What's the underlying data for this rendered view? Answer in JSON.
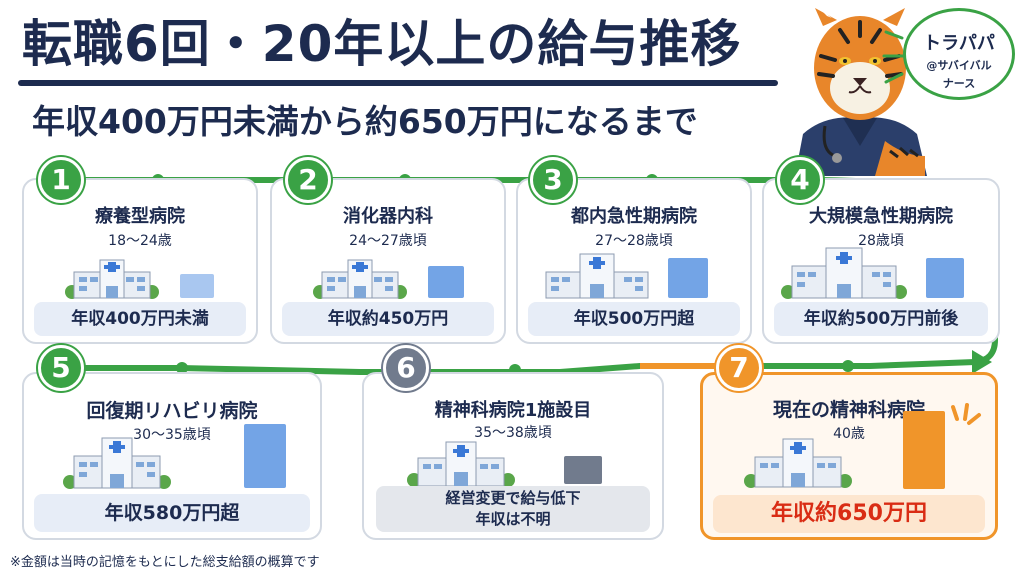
{
  "title": "転職6回・20年以上の給与推移",
  "subtitle": "年収400万円未満から約650万円になるまで",
  "profile": {
    "name": "トラパパ",
    "handle_line1": "@サバイバル",
    "handle_line2": "ナース"
  },
  "steps": [
    {
      "number": "1",
      "title": "療養型病院",
      "age": "18〜24歳",
      "salary": "年収400万円未満",
      "salary_man_yen": 400
    },
    {
      "number": "2",
      "title": "消化器内科",
      "age": "24〜27歳頃",
      "salary": "年収約450万円",
      "salary_man_yen": 450
    },
    {
      "number": "3",
      "title": "都内急性期病院",
      "age": "27〜28歳頃",
      "salary": "年収500万円超",
      "salary_man_yen": 500
    },
    {
      "number": "4",
      "title": "大規模急性期病院",
      "age": "28歳頃",
      "salary": "年収約500万円前後",
      "salary_man_yen": 500
    },
    {
      "number": "5",
      "title": "回復期リハビリ病院",
      "age": "30〜35歳頃",
      "salary": "年収580万円超",
      "salary_man_yen": 580
    },
    {
      "number": "6",
      "title": "精神科病院1施設目",
      "age": "35〜38歳頃",
      "salary_line1": "経営変更で給与低下",
      "salary_line2": "年収は不明"
    },
    {
      "number": "7",
      "title": "現在の精神科病院",
      "age": "40歳",
      "salary": "年収約650万円",
      "salary_man_yen": 650
    }
  ],
  "footnote": "※金額は当時の記憶をもとにした総支給額の概算です",
  "colors": {
    "navy": "#1d2b4f",
    "green": "#3aa245",
    "orange": "#f0952a",
    "gray": "#717b8d",
    "bar_blue": "#73a4e6",
    "highlight_red": "#d92c14"
  }
}
